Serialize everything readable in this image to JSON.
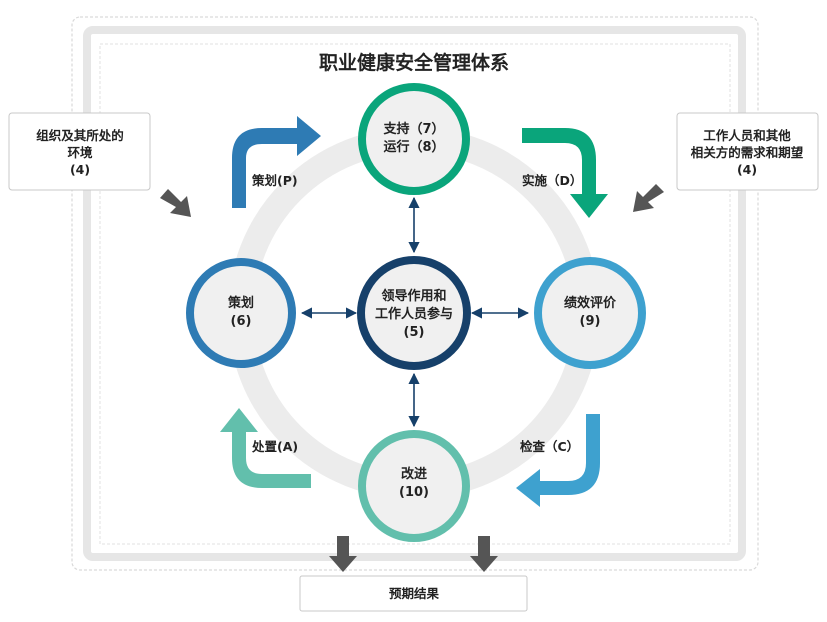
{
  "title": "职业健康安全管理体系",
  "side_boxes": {
    "left": {
      "line1": "组织及其所处的",
      "line2": "环境",
      "line3": "(4)"
    },
    "right": {
      "line1": "工作人员和其他",
      "line2": "相关方的需求和期望",
      "line3": "(4)"
    }
  },
  "nodes": {
    "center": {
      "line1": "领导作用和",
      "line2": "工作人员参与",
      "line3": "(5)"
    },
    "top": {
      "line1": "支持（7）",
      "line2": "运行（8）"
    },
    "left": {
      "line1": "策划",
      "line2": "(6)"
    },
    "right": {
      "line1": "绩效评价",
      "line2": "(9)"
    },
    "bottom": {
      "line1": "改进",
      "line2": "(10)"
    }
  },
  "cycle_labels": {
    "plan": "策划(P)",
    "do": "实施（D）",
    "check": "检查（C）",
    "act": "处置(A)"
  },
  "outcome": "预期结果",
  "colors": {
    "plan": "#2e7bb4",
    "do": "#0aa57b",
    "check": "#3ea1cf",
    "act": "#62bfac",
    "center": "#16406a",
    "ring": "#ececec",
    "gray_arrow": "#555555"
  }
}
